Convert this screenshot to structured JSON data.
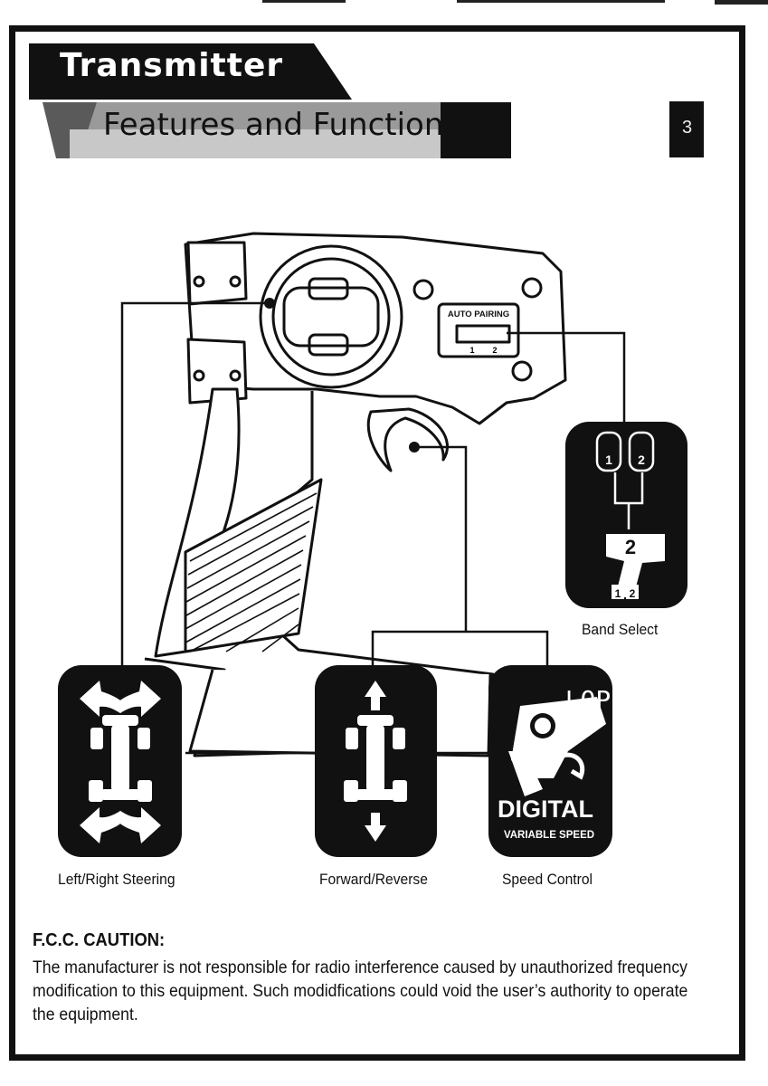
{
  "header": {
    "title": "Transmitter",
    "subtitle": "Features and Functions",
    "page_tab": "3"
  },
  "illustration": {
    "switch_label": "AUTO PAIRING",
    "switch_positions": [
      "1",
      "2"
    ],
    "band_badge_number": "2",
    "band_badge_cars": [
      "1",
      "2"
    ],
    "band_badge_slots": [
      "1",
      "2"
    ],
    "speed_display": "LOP",
    "speed_brand": "DIGITAL",
    "speed_tagline": "VARIABLE SPEED"
  },
  "captions": {
    "band_select": "Band Select",
    "steering": "Left/Right Steering",
    "forward_reverse": "Forward/Reverse",
    "speed_control": "Speed Control"
  },
  "fcc": {
    "heading": "F.C.C. CAUTION:",
    "body": "The manufacturer is not responsible for radio interference caused by unauthorized frequency modification to this equipment. Such modidfications could void the user’s authority to operate the equipment."
  }
}
